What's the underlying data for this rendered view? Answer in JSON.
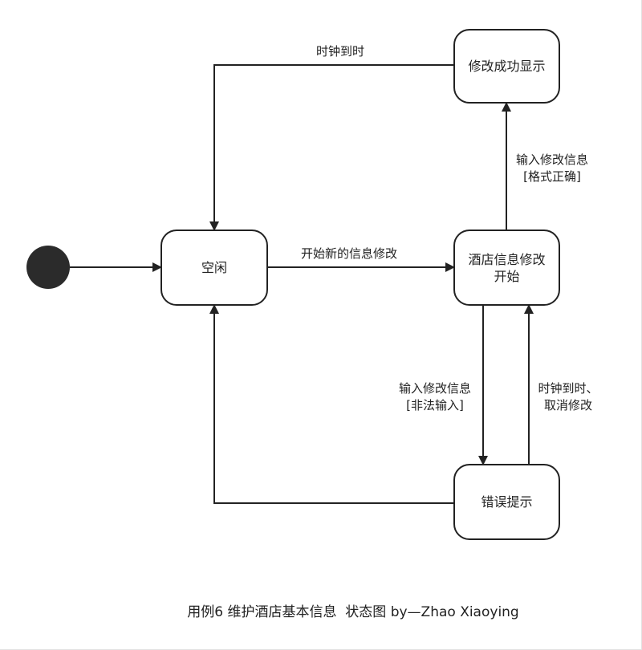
{
  "diagram": {
    "states": {
      "idle": "空闲",
      "edit_start": [
        "酒店信息修改",
        "开始"
      ],
      "success": "修改成功显示",
      "error": "错误提示"
    },
    "transitions": {
      "success_to_idle": "时钟到时",
      "idle_to_edit": "开始新的信息修改",
      "edit_to_success": [
        "输入修改信息",
        "[格式正确]"
      ],
      "edit_to_error": [
        "输入修改信息",
        "[非法输入]"
      ],
      "error_to_edit": [
        "时钟到时、",
        "取消修改"
      ]
    },
    "colors": {
      "stroke": "#222222",
      "initial_node": "#2b2b2b",
      "background": "#ffffff"
    }
  },
  "caption": {
    "text": "用例6 维护酒店基本信息  状态图 by—Zhao Xiaoying"
  }
}
